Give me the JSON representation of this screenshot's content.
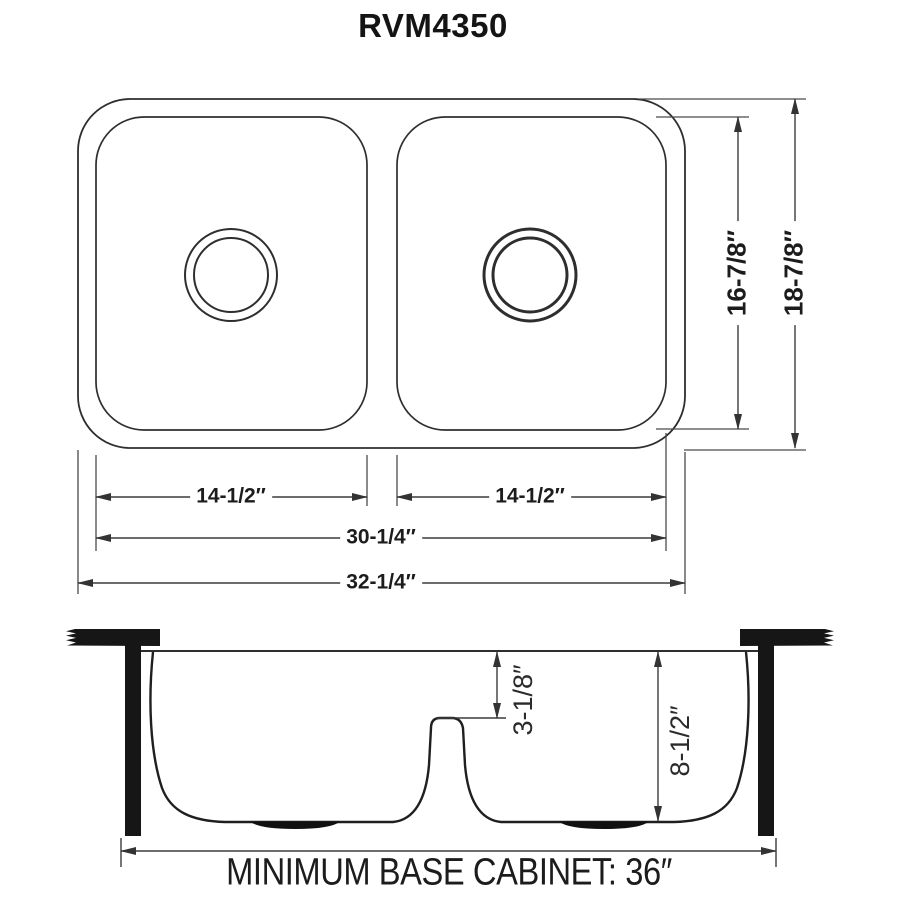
{
  "title": "RVM4350",
  "top_view": {
    "dim_left_bowl_width": "14-1/2″",
    "dim_right_bowl_width": "14-1/2″",
    "dim_inner_width": "30-1/4″",
    "dim_overall_width": "32-1/4″",
    "dim_inner_height": "16-7/8″",
    "dim_overall_height": "18-7/8″"
  },
  "section_view": {
    "dim_divider_depth": "3-1/8″",
    "dim_bowl_depth": "8-1/2″",
    "cabinet_note": "MINIMUM BASE CABINET: 36″"
  },
  "colors": {
    "outline": "#2e2e2e",
    "dimension_line": "#3c3c3c",
    "solid_fill": "#161616",
    "background": "#ffffff"
  }
}
